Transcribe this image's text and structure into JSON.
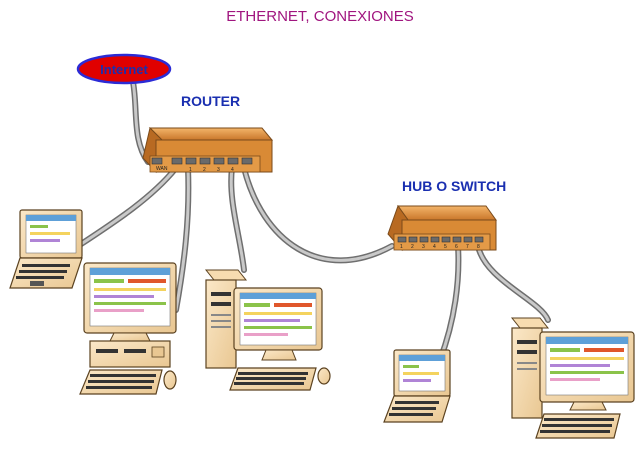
{
  "title": "ETHERNET, CONEXIONES",
  "nodes": {
    "internet": "Internet",
    "router": "ROUTER",
    "hub": "HUB O SWITCH"
  },
  "router_ports": {
    "wan": "WAN",
    "numbers": [
      "1",
      "2",
      "3",
      "4"
    ]
  },
  "hub_ports": {
    "numbers": [
      "1",
      "2",
      "3",
      "4",
      "5",
      "6",
      "7",
      "8"
    ]
  },
  "colors": {
    "title": "#a0157f",
    "labels": "#1a2fb0",
    "internet_fill": "#e00000",
    "device_orange": "#d98a35",
    "cable": "#8c8c8c"
  },
  "icons": [
    "internet-cloud-icon",
    "router-icon",
    "hub-switch-icon",
    "laptop-icon",
    "desktop-computer-icon",
    "tower-computer-icon",
    "keyboard-icon",
    "mouse-icon"
  ]
}
